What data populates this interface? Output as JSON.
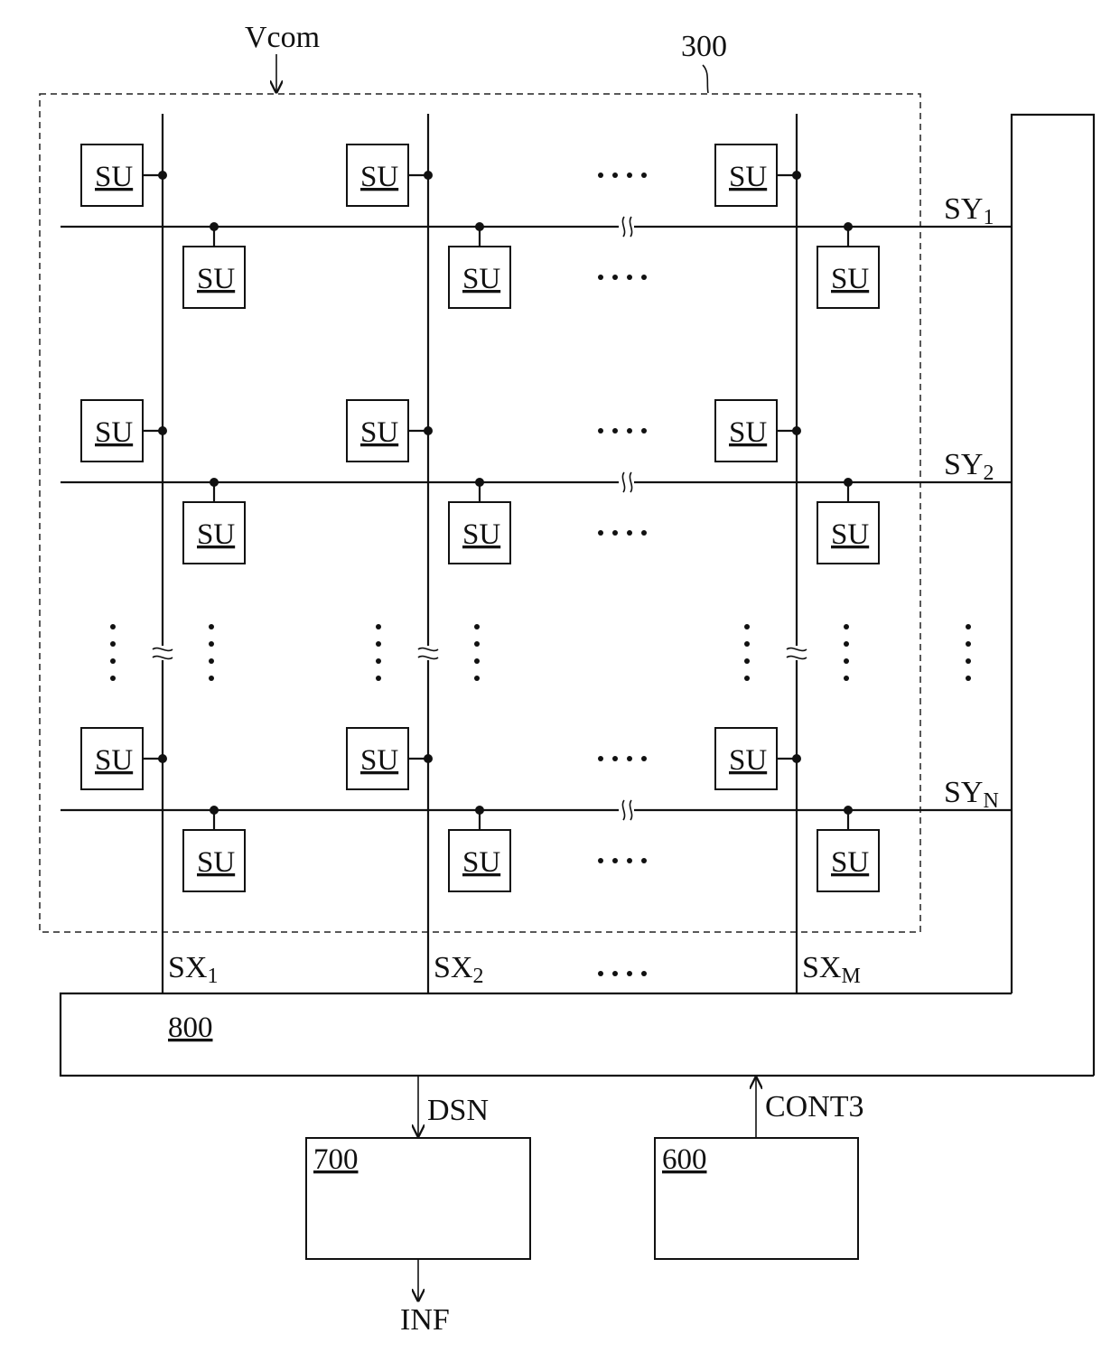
{
  "diagram": {
    "top_label": "Vcom",
    "panel_label": "300",
    "cell_label": "SU",
    "ellipsis_h": "····",
    "row_lines": [
      {
        "base": "SY",
        "sub": "1"
      },
      {
        "base": "SY",
        "sub": "2"
      },
      {
        "base": "SY",
        "sub": "N"
      }
    ],
    "column_lines": [
      {
        "base": "SX",
        "sub": "1"
      },
      {
        "base": "SX",
        "sub": "2"
      },
      {
        "base": "SX",
        "sub": "M"
      }
    ],
    "blocks": {
      "circuit_800": "800",
      "unit_700": "700",
      "unit_600": "600"
    },
    "signals": {
      "dsn": "DSN",
      "cont3": "CONT3",
      "inf": "INF"
    }
  }
}
